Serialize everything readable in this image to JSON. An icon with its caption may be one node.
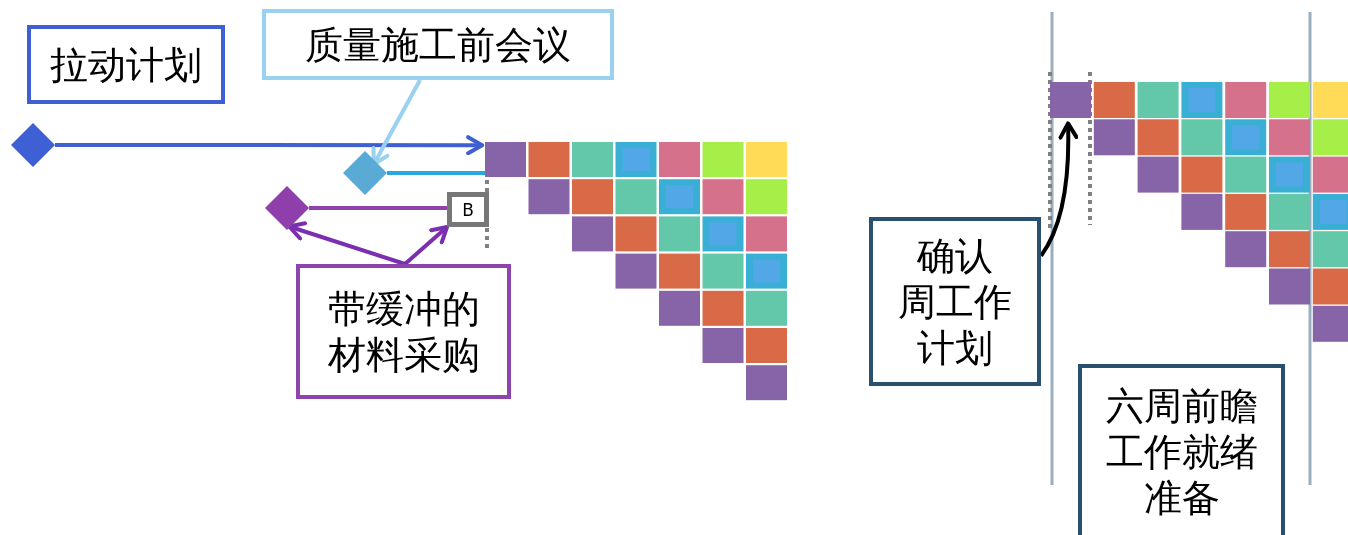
{
  "diagram": {
    "nodes": [
      {
        "text": [
          "拉动计划"
        ]
      },
      {
        "text": [
          "质量施工前会议"
        ]
      },
      {
        "text": [],
        "shape": "diamond"
      },
      {
        "text": [],
        "shape": "diamond"
      },
      {
        "text": [],
        "shape": "diamond"
      },
      {
        "text": [
          "B"
        ]
      },
      {
        "text": [
          "带缓冲的材料采购"
        ]
      },
      {
        "text": [
          "确认周工作计划"
        ]
      },
      {
        "text": [
          "六周前瞻工作就绪准备"
        ]
      },
      {
        "text": [],
        "shape": "box"
      },
      {
        "text": [],
        "shape": "box"
      }
    ],
    "edges": [
      {
        "from": 2,
        "to": 9,
        "arrow": "to",
        "color": "#3f5fd4"
      },
      {
        "from": 3,
        "to": 9,
        "arrow": "none",
        "color": "#29a8e0"
      },
      {
        "from": 4,
        "to": 5,
        "arrow": "none",
        "color": "#8e44ad"
      },
      {
        "from": 1,
        "to": 3,
        "arrow": "to",
        "color": "#9ad0f0"
      },
      {
        "from": 6,
        "to": 4,
        "arrow": "to",
        "color": "#7b2fb0"
      },
      {
        "from": 6,
        "to": 5,
        "arrow": "to",
        "color": "#7b2fb0"
      },
      {
        "from": 7,
        "to": 10,
        "arrow": "to",
        "color": "#000000"
      }
    ]
  }
}
